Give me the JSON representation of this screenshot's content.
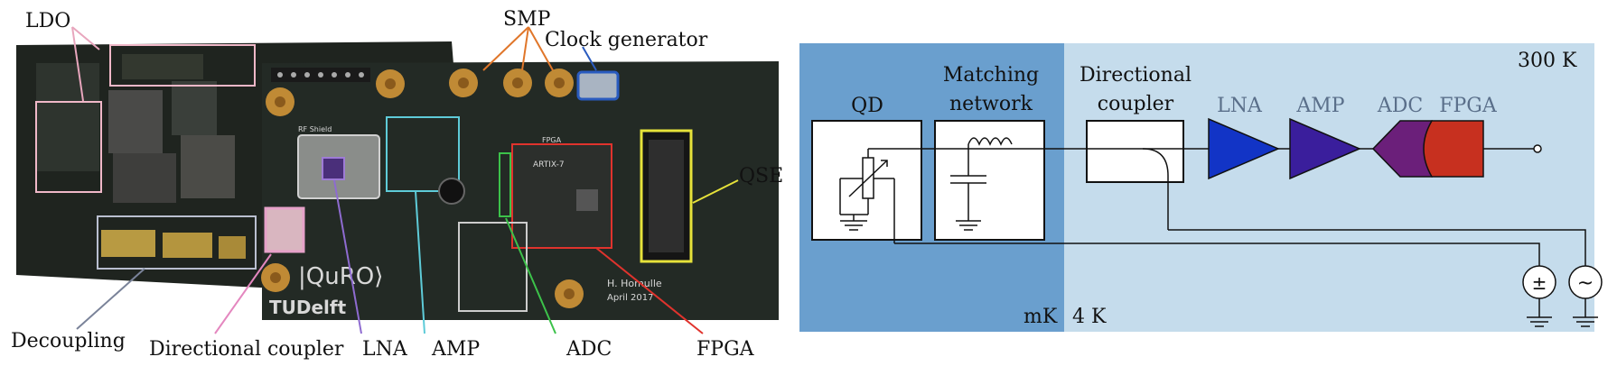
{
  "photo": {
    "labels": {
      "ldo": "LDO",
      "smp": "SMP",
      "clock": "Clock generator",
      "qse": "QSE",
      "decoupling": "Decoupling",
      "dircoupler": "Directional coupler",
      "lna": "LNA",
      "amp": "AMP",
      "adc": "ADC",
      "fpga": "FPGA"
    },
    "silkscreen": {
      "logo": "|QuRO⟩",
      "tud": "TUDelft",
      "author": "H. Homulle",
      "date": "April 2017",
      "rfshield": "RF Shield",
      "fpga": "FPGA",
      "chip": "ARTIX-7"
    }
  },
  "schematic": {
    "zones": {
      "mk": "mK",
      "k4": "4 K",
      "k300": "300 K"
    },
    "blocks": {
      "qd": "QD",
      "matching_1": "Matching",
      "matching_2": "network",
      "dircoupler_1": "Directional",
      "dircoupler_2": "coupler",
      "lna": "LNA",
      "amp": "AMP",
      "adc": "ADC",
      "fpga": "FPGA"
    },
    "sources": {
      "dc": "±",
      "ac": "~"
    },
    "colors": {
      "mk_zone": "#6a9fce",
      "k4_zone": "#c5dcec",
      "lna": "#1234c6",
      "amp": "#3a1e9c",
      "adc": "#6b1f7a",
      "fpga": "#c7301f"
    }
  }
}
